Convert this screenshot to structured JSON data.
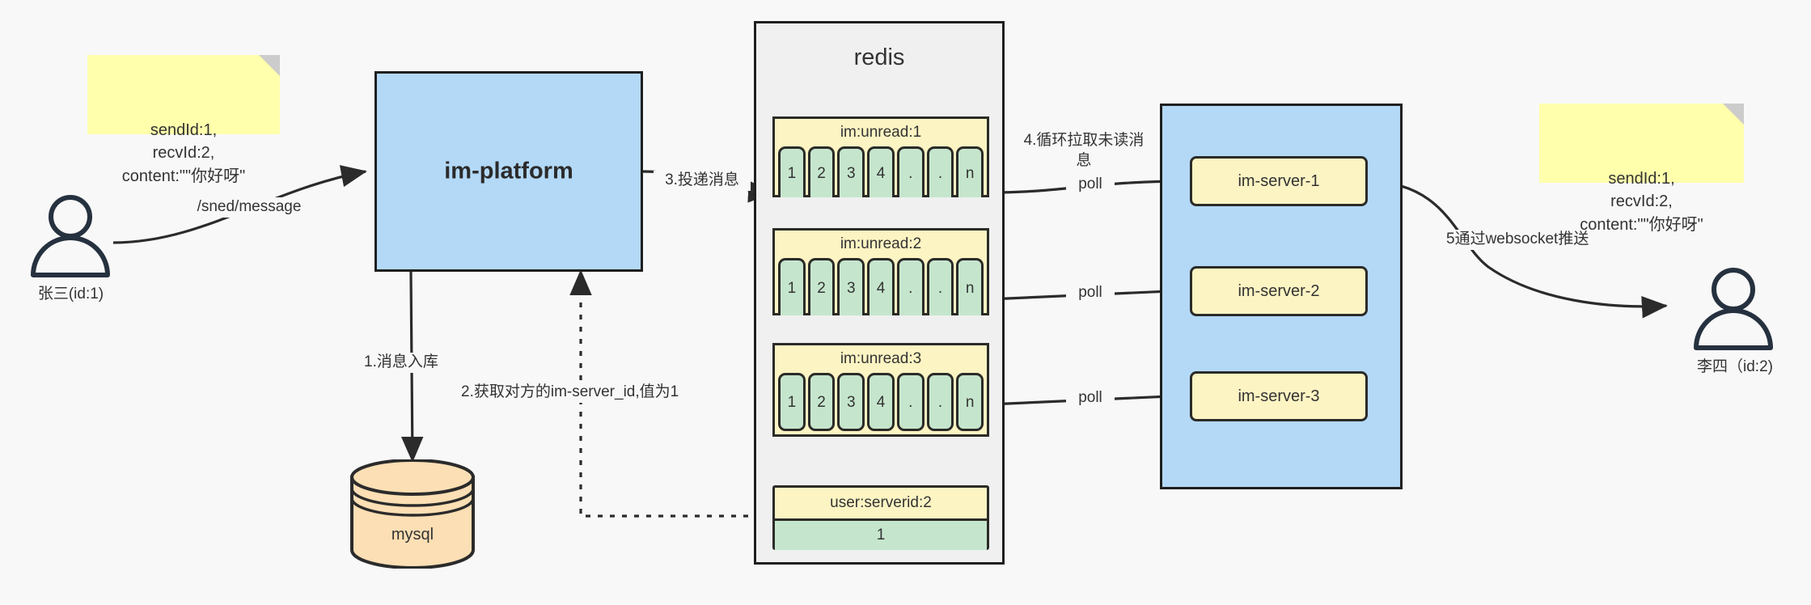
{
  "diagram": {
    "title": "IM message delivery architecture",
    "colors": {
      "background": "#f8f8f8",
      "note_yellow": "#ffffac",
      "box_blue": "#b3d9f7",
      "redis_gray": "#f0f0f0",
      "key_yellow": "#fdf4c3",
      "cell_green": "#c5e6cd",
      "db_peach": "#fcdfb4",
      "stroke_dark": "#1f1f1f"
    }
  },
  "notes": {
    "left": "sendId:1,\nrecvId:2,\ncontent:\"\"你好呀\"",
    "right": "sendId:1,\nrecvId:2,\ncontent:\"\"你好呀\""
  },
  "actors": {
    "sender": {
      "label": "张三(id:1)",
      "icon": "user-icon"
    },
    "receiver": {
      "label": "李四（id:2)",
      "icon": "user-icon"
    }
  },
  "platform": {
    "label": "im-platform"
  },
  "database": {
    "label": "mysql",
    "icon": "database-cylinder-icon"
  },
  "redis": {
    "title": "redis",
    "unread_keys": [
      {
        "key": "im:unread:1",
        "cells": [
          "1",
          "2",
          "3",
          "4",
          ".",
          ".",
          "n"
        ]
      },
      {
        "key": "im:unread:2",
        "cells": [
          "1",
          "2",
          "3",
          "4",
          ".",
          ".",
          "n"
        ]
      },
      {
        "key": "im:unread:3",
        "cells": [
          "1",
          "2",
          "3",
          "4",
          ".",
          ".",
          "n"
        ]
      }
    ],
    "serverid_key": {
      "key": "user:serverid:2",
      "value": "1"
    }
  },
  "servers": {
    "nodes": [
      {
        "label": "im-server-1"
      },
      {
        "label": "im-server-2"
      },
      {
        "label": "im-server-3"
      }
    ]
  },
  "edges": {
    "send_message": "/sned/message",
    "step1": "1.消息入库",
    "step2": "2.获取对方的im-server_id,值为1",
    "step3": "3.投递消息",
    "step4": "4.循环拉取未读消\n息",
    "poll1": "poll",
    "poll2": "poll",
    "poll3": "poll",
    "step5": "5通过websocket推送"
  }
}
